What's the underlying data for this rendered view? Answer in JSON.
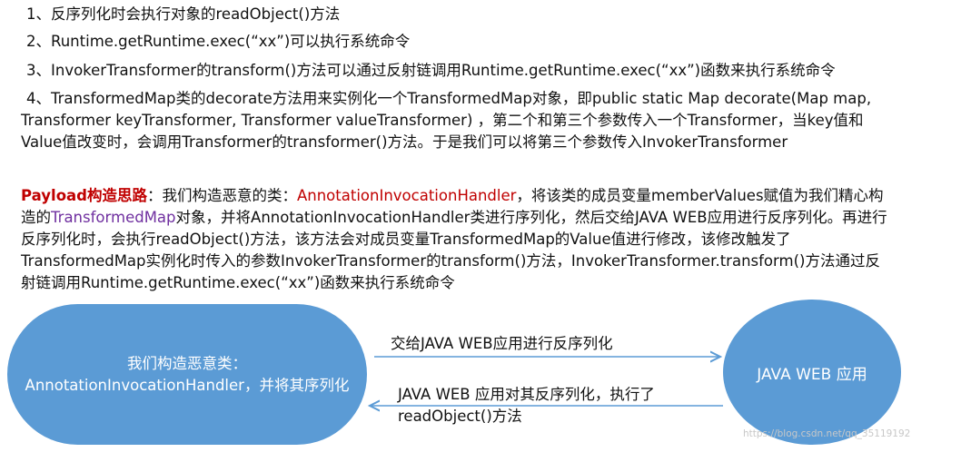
{
  "points": [
    {
      "text": "1、反序列化时会执行对象的readObject()方法"
    },
    {
      "text": "2、Runtime.getRuntime.exec(“xx”)可以执行系统命令"
    },
    {
      "text": "3、InvokerTransformer的transform()方法可以通过反射链调用Runtime.getRuntime.exec(“xx”)函数来执行系统命令"
    },
    {
      "text": "4、TransformedMap类的decorate方法用来实例化一个TransformedMap对象，即public static Map decorate(Map map, Transformer keyTransformer, Transformer valueTransformer) ，第二个和第三个参数传入一个Transformer，当key值和Value值改变时，会调用Transformer的transformer()方法。于是我们可以将第三个参数传入InvokerTransformer"
    }
  ],
  "payload": {
    "label": "Payload构造思路",
    "colon": "：我们构造恶意的类：",
    "class_name": "AnnotationInvocationHandler",
    "text_a": "，将该类的成员变量memberValues赋值为我们精心构造的",
    "map_name": "TransformedMap",
    "text_b": "对象，并将AnnotationInvocationHandler类进行序列化，然后交给JAVA WEB应用进行反序列化。再进行反序列化时，会执行readObject()方法，该方法会对成员变量TransformedMap的Value值进行修改，该修改触发了TransformedMap实例化时传入的参数InvokerTransformer的transform()方法，InvokerTransformer.transform()方法通过反射链调用Runtime.getRuntime.exec(“xx”)函数来执行系统命令"
  },
  "diagram": {
    "left_node": "我们构造恶意类：AnnotationInvocationHandler，并将其序列化",
    "right_node": "JAVA WEB 应用",
    "arrow_top": "交给JAVA WEB应用进行反序列化",
    "arrow_bottom": "JAVA WEB 应用对其反序列化，执行了readObject()方法",
    "watermark": "https://blog.csdn.net/qq_35119192"
  },
  "colors": {
    "node_fill": "#5b9bd5",
    "arrow": "#5b9bd5",
    "payload_label": "#c00000",
    "class_name": "#c00000",
    "map_name": "#7030a0"
  }
}
